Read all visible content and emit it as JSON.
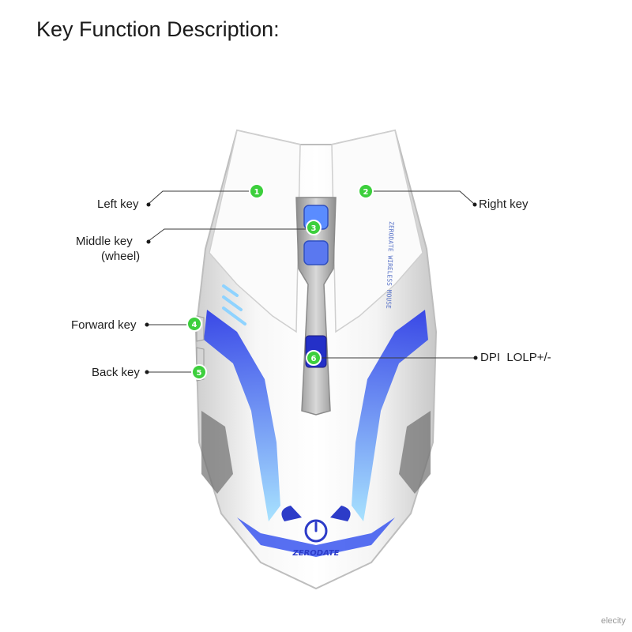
{
  "title": "Key Function Description:",
  "labels": {
    "left_key": "Left key",
    "middle_key": "Middle key",
    "middle_key_sub": "(wheel)",
    "forward_key": "Forward key",
    "back_key": "Back key",
    "right_key": "Right key",
    "dpi": "DPI  LOLP+/-"
  },
  "badges": [
    "1",
    "2",
    "3",
    "4",
    "5",
    "6"
  ],
  "logo_text": "ZERODATE",
  "side_text": "ZERODATE WIRELESS MOUSE",
  "watermark": "elecity",
  "colors": {
    "badge": "#3ccf3c",
    "led": "#2a4ef0",
    "led_glow": "#8fd8ff",
    "body": "#f1f1f1"
  }
}
